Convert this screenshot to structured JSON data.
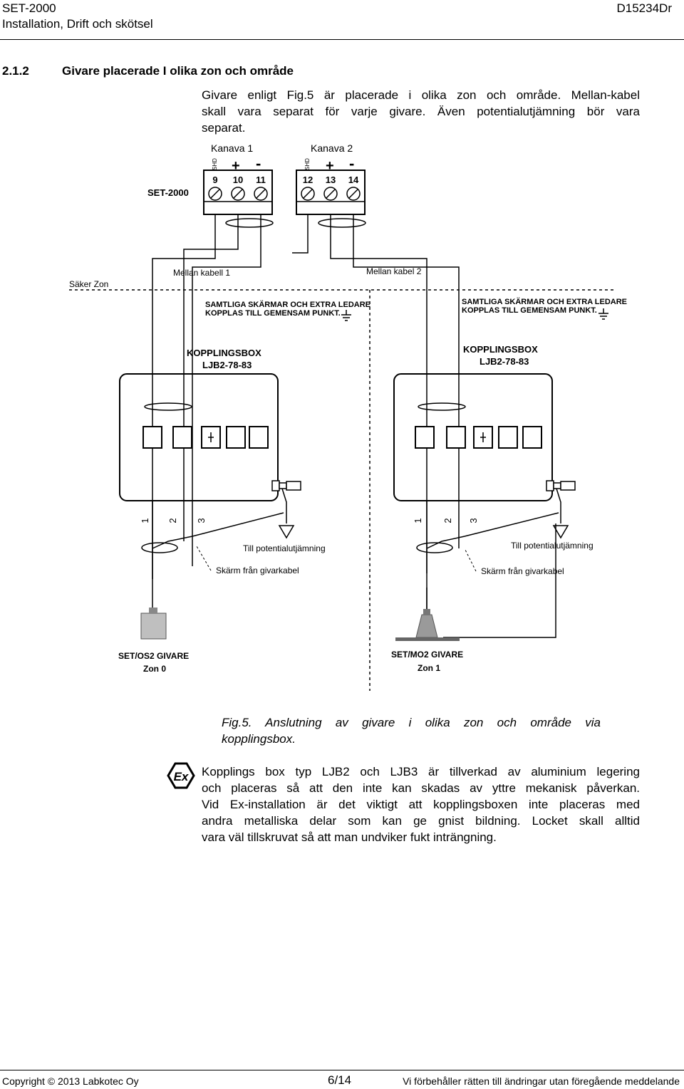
{
  "header": {
    "product": "SET-2000",
    "subtitle": "Installation, Drift och skötsel",
    "doc_id": "D15234Dr"
  },
  "section": {
    "number": "2.1.2",
    "title": "Givare placerade I olika zon och område"
  },
  "intro": {
    "lines": [
      "Givare enligt Fig.5 är placerade i olika zon och område. Mellan-kabel",
      "skall vara separat för varje givare. Även potentialutjämning bör vara",
      "separat."
    ]
  },
  "diagram": {
    "unit_label": "SET-2000",
    "channel1": {
      "name": "Kanava 1",
      "shd": "SHD",
      "plus": "+",
      "minus": "-",
      "terminals": [
        "9",
        "10",
        "11"
      ]
    },
    "channel2": {
      "name": "Kanava 2",
      "shd": "SHD",
      "plus": "+",
      "minus": "-",
      "terminals": [
        "12",
        "13",
        "14"
      ]
    },
    "cable1": "Mellan kabell 1",
    "cable2": "Mellan kabel 2",
    "safe_zone": "Säker Zon",
    "note_line1": "SAMTLIGA SKÄRMAR OCH EXTRA LEDARE",
    "note_line2": "KOPPLAS TILL GEMENSAM PUNKT.",
    "box_title": "KOPPLINGSBOX",
    "box_model": "LJB2-78-83",
    "wire_numbers": [
      "1",
      "2",
      "3"
    ],
    "potential_label": "Till potentialutjämning",
    "screen_label": "Skärm från givarkabel",
    "sensor1_name": "SET/OS2 GIVARE",
    "sensor1_zone": "Zon  0",
    "sensor2_name": "SET/MO2 GIVARE",
    "sensor2_zone": "Zon 1"
  },
  "caption": {
    "line1": "Fig.5.  Anslutning  av  givare  i  olika  zon  och  område  via",
    "line2": "kopplingsbox."
  },
  "ex_symbol": "Ex",
  "warning": {
    "lines": [
      "Kopplings box typ LJB2 och LJB3 är tillverkad av aluminium legering",
      "och placeras så att den inte kan skadas av yttre mekanisk påverkan.",
      "Vid Ex-installation är det viktigt att kopplingsboxen inte placeras med",
      "andra metalliska delar som kan ge gnist bildning. Locket skall alltid",
      "vara väl tillskruvat så att man undviker fukt inträngning."
    ]
  },
  "footer": {
    "copyright": "Copyright © 2013 Labkotec Oy",
    "page": "6/14",
    "disclaimer": "Vi förbehåller rätten till ändringar utan föregående meddelande"
  }
}
